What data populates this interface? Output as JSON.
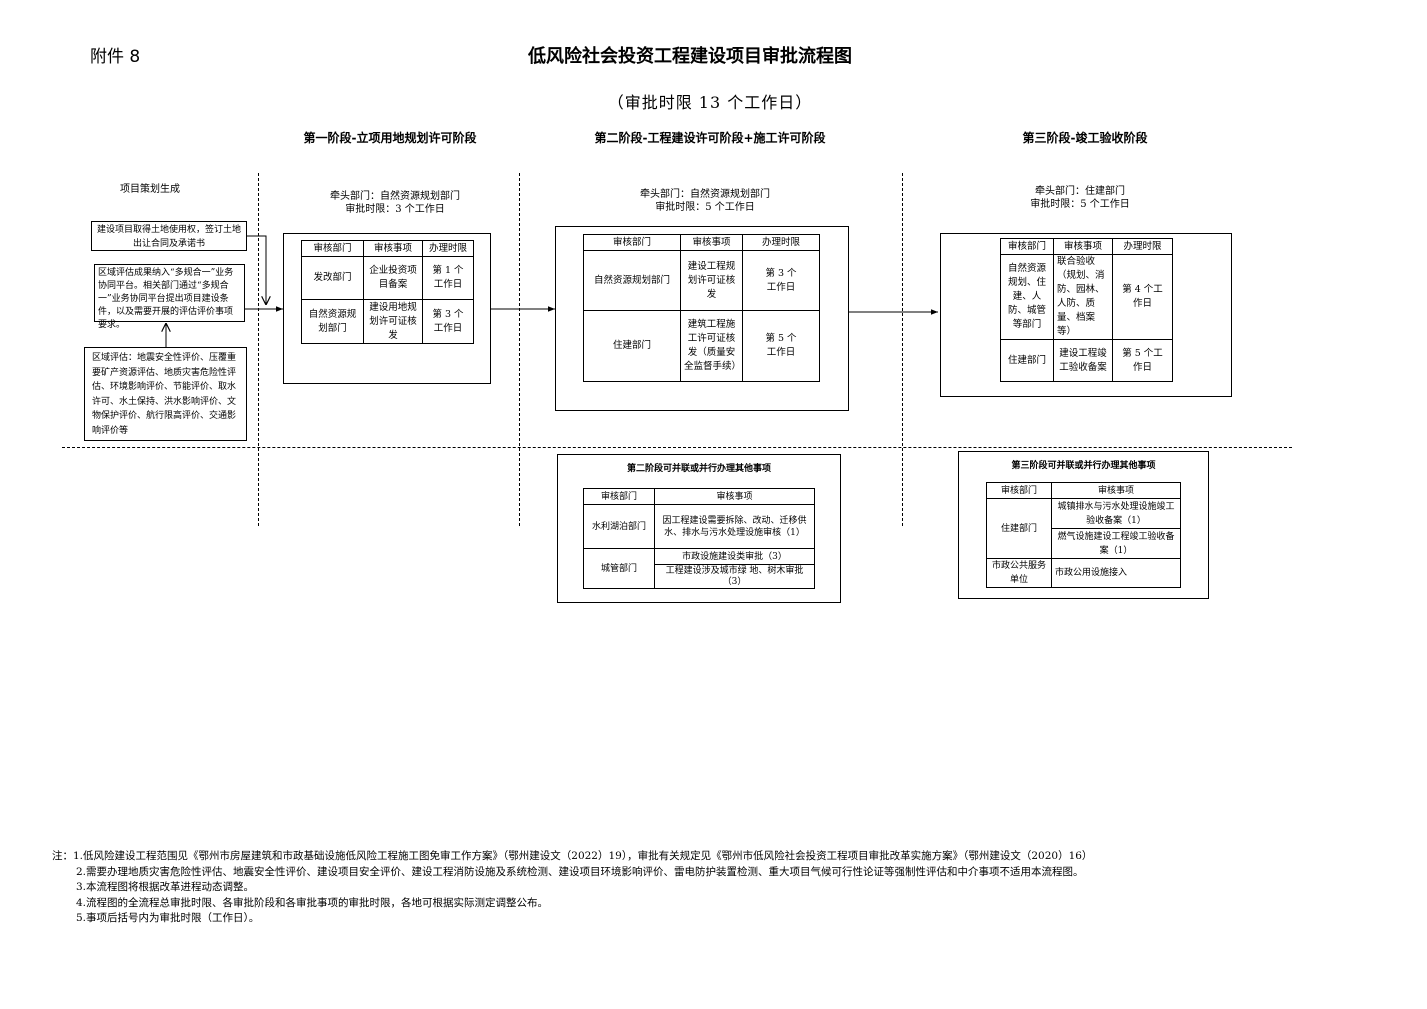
{
  "header": {
    "attachment": "附件 8",
    "title": "低风险社会投资工程建设项目审批流程图",
    "subtitle": "（审批时限 13 个工作日）"
  },
  "stages": {
    "s1": "第一阶段-立项用地规划许可阶段",
    "s2": "第二阶段-工程建设许可阶段+施工许可阶段",
    "s3": "第三阶段-竣工验收阶段"
  },
  "pre": {
    "title": "项目策划生成",
    "box1": "建设项目取得土地使用权，签订土地出让合同及承诺书",
    "box2": "区域评估成果纳入“多规合一”业务协同平台。相关部门通过“多规合一”业务协同平台提出项目建设条件，以及需要开展的评估评价事项要求。",
    "box3": "区域评估：地震安全性评价、压覆重要矿产资源评估、地质灾害危险性评估、环境影响评价、节能评价、取水许可、水土保持、洪水影响评价、文物保护评价、航行限高评价、交通影响评价等"
  },
  "table_headers": {
    "dept": "审核部门",
    "item": "审核事项",
    "time": "办理时限"
  },
  "phase1": {
    "lead": "牵头部门：自然资源规划部门",
    "limit": "审批时限：3 个工作日",
    "rows": [
      {
        "dept": "发改部门",
        "item": "企业投资项目备案",
        "time": "第 1 个工作日"
      },
      {
        "dept": "自然资源规划部门",
        "item": "建设用地规划许可证核发",
        "time": "第 3 个工作日"
      }
    ]
  },
  "phase2": {
    "lead": "牵头部门：自然资源规划部门",
    "limit": "审批时限：5 个工作日",
    "rows": [
      {
        "dept": "自然资源规划部门",
        "item": "建设工程规划许可证核发",
        "time": "第 3 个工作日"
      },
      {
        "dept": "住建部门",
        "item": "建筑工程施工许可证核发（质量安全监督手续）",
        "time": "第 5 个工作日"
      }
    ]
  },
  "phase3": {
    "lead": "牵头部门：住建部门",
    "limit": "审批时限：5 个工作日",
    "rows": [
      {
        "dept": "自然资源规划、住建、人防、城管等部门",
        "item": "联合验收（规划、消防、园林、人防、质量、档案等）",
        "time": "第 4 个工作日"
      },
      {
        "dept": "住建部门",
        "item": "建设工程竣工验收备案",
        "time": "第 5 个工作日"
      }
    ]
  },
  "parallel2": {
    "title": "第二阶段可并联或并行办理其他事项",
    "rows": [
      {
        "dept": "水利湖泊部门",
        "item": "因工程建设需要拆除、改动、迁移供水、排水与污水处理设施审核（1）"
      },
      {
        "dept": "城管部门",
        "items": [
          "市政设施建设类审批（3）",
          "工程建设涉及城市绿 地、树木审批（3）"
        ]
      }
    ]
  },
  "parallel3": {
    "title": "第三阶段可并联或并行办理其他事项",
    "rows": [
      {
        "dept": "住建部门",
        "items": [
          "城镇排水与污水处理设施竣工验收备案（1）",
          "燃气设施建设工程竣工验收备案（1）"
        ]
      },
      {
        "dept": "市政公共服务单位",
        "item": "市政公用设施接入"
      }
    ]
  },
  "notes": [
    "注：1.低风险建设工程范围见《鄂州市房屋建筑和市政基础设施低风险工程施工图免审工作方案》（鄂州建设文（2022）19），审批有关规定见《鄂州市低风险社会投资工程项目审批改革实施方案》（鄂州建设文（2020）16）",
    "2.需要办理地质灾害危险性评估、地震安全性评价、建设项目安全评价、建设工程消防设施及系统检测、建设项目环境影响评价、雷电防护装置检测、重大项目气候可行性论证等强制性评估和中介事项不适用本流程图。",
    "3.本流程图将根据改革进程动态调整。",
    "4.流程图的全流程总审批时限、各审批阶段和各审批事项的审批时限，各地可根据实际测定调整公布。",
    "5.事项后括号内为审批时限（工作日）。"
  ]
}
